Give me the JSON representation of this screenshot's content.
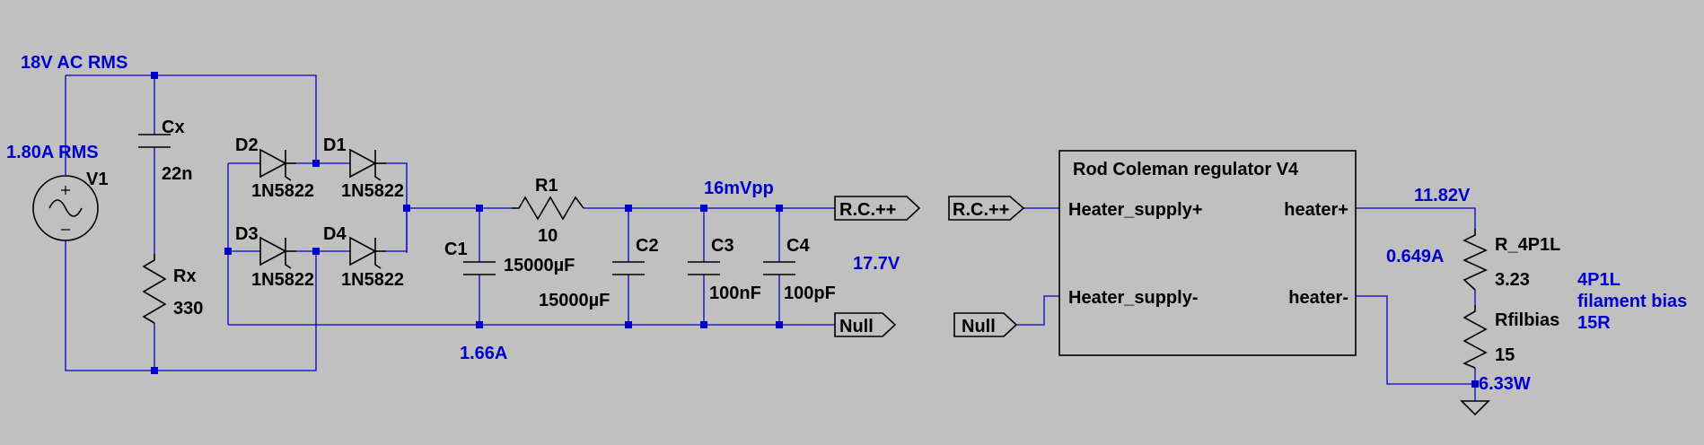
{
  "spice_directives": {
    "voltage_source": "18V AC RMS",
    "source_current": "1.80A RMS",
    "load_current": "1.66A",
    "ripple": "16mVpp",
    "supply_voltage": "17.7V",
    "heater_voltage": "11.82V",
    "heater_current": "0.649A",
    "bias_power": "6.33W",
    "bias_note_line1": "4P1L",
    "bias_note_line2": "filament bias",
    "bias_note_line3": "15R"
  },
  "components": {
    "V1": {
      "name": "V1"
    },
    "Cx": {
      "name": "Cx",
      "value": "22n"
    },
    "Rx": {
      "name": "Rx",
      "value": "330"
    },
    "D1": {
      "name": "D1",
      "value": "1N5822"
    },
    "D2": {
      "name": "D2",
      "value": "1N5822"
    },
    "D3": {
      "name": "D3",
      "value": "1N5822"
    },
    "D4": {
      "name": "D4",
      "value": "1N5822"
    },
    "R1": {
      "name": "R1",
      "value": "10"
    },
    "C1": {
      "name": "C1",
      "value": "15000µF"
    },
    "C2": {
      "name": "C2",
      "value": "15000µF"
    },
    "C3": {
      "name": "C3",
      "value": "100nF"
    },
    "C4": {
      "name": "C4",
      "value": "100pF"
    },
    "R_4P1L": {
      "name": "R_4P1L",
      "value": "3.23"
    },
    "Rfilbias": {
      "name": "Rfilbias",
      "value": "15"
    }
  },
  "net_labels": {
    "out_pos": "R.C.++",
    "out_null": "Null",
    "in_pos": "R.C.++",
    "in_null": "Null"
  },
  "subcircuit": {
    "title": "Rod Coleman regulator V4",
    "pin_supply_pos": "Heater_supply+",
    "pin_supply_neg": "Heater_supply-",
    "pin_heater_pos": "heater+",
    "pin_heater_neg": "heater-"
  }
}
